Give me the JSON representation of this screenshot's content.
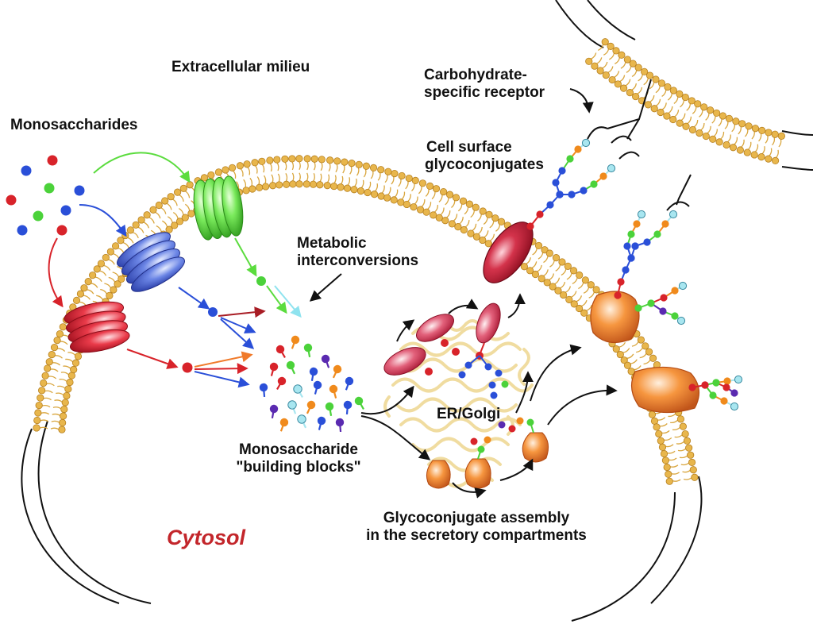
{
  "labels": {
    "extracellular": "Extracellular milieu",
    "monosaccharides": "Monosaccharides",
    "receptor_line1": "Carbohydrate-",
    "receptor_line2": "specific receptor",
    "surface_line1": "Cell surface",
    "surface_line2": "glycoconjugates",
    "metabolic_line1": "Metabolic",
    "metabolic_line2": "interconversions",
    "blocks_line1": "Monosaccharide",
    "blocks_line2": "\"building blocks\"",
    "er_golgi": "ER/Golgi",
    "assembly_line1": "Glycoconjugate assembly",
    "assembly_line2": "in the secretory compartments",
    "cytosol": "Cytosol"
  },
  "colors": {
    "membrane": "#d9a63e",
    "membrane_head": "#e8b64c",
    "golgi": "#f3e4b5",
    "sugar_red": "#d8232a",
    "sugar_green": "#4bd23a",
    "sugar_blue": "#2a4fd8",
    "sugar_orange": "#f08a1c",
    "sugar_purple": "#5a2ab0",
    "sugar_cyan": "#a8e6f0",
    "transporter_green": "#6ee85a",
    "transporter_blue": "#5b78e0",
    "transporter_red": "#e2333f",
    "ribbon_red": "#c8243a",
    "ribbon_orange": "#f08a3a",
    "cytosol_text": "#c3262b"
  }
}
